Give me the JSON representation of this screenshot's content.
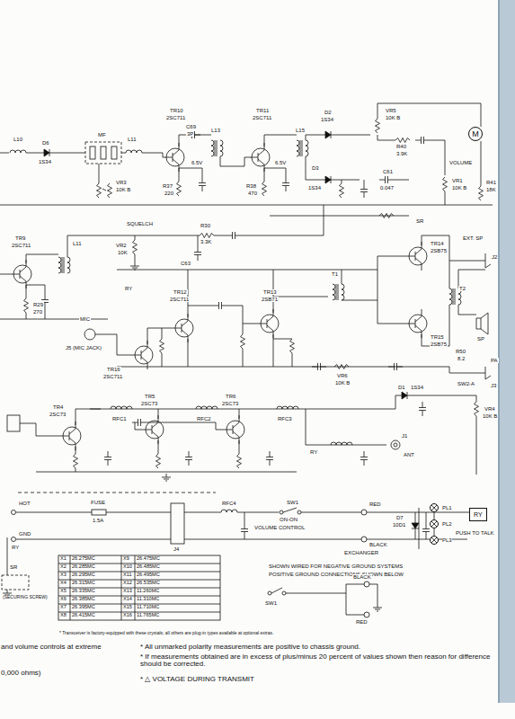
{
  "diagram": {
    "nodes": [
      {
        "text": [
          "M"
        ]
      },
      {
        "text": [
          "PL1"
        ]
      },
      {
        "text": [
          "PL2"
        ]
      },
      {
        "text": [
          "PL3"
        ]
      },
      {
        "text": [
          "RY"
        ]
      }
    ],
    "edges": [
      {
        "from": 1,
        "to": 2,
        "arrow": "none"
      },
      {
        "from": 2,
        "to": 3,
        "arrow": "none"
      }
    ],
    "labels": [
      "L10",
      "D6",
      "1S34",
      "MF",
      "L11",
      "VR3",
      "10K B",
      "TR10",
      "2SC711",
      "C69",
      "3P",
      "6.5V",
      "R37",
      "220",
      "L13",
      "TR11",
      "2SC711",
      "6.5V",
      "R38",
      "470",
      "L15",
      "D2",
      "1S34",
      "D3",
      "1S34",
      "VR5",
      "10K B",
      "R40",
      "3.9K",
      "C61",
      "0.047",
      "VOLUME",
      "VR1",
      "10K B",
      "R41",
      "18K",
      "SR",
      "SQUELCH",
      "VR2",
      "10K",
      "R30",
      "3.3K",
      "C63",
      "TR9",
      "2SC711",
      "L11",
      "R29",
      "270",
      "RY",
      "MIC",
      "J5 (MIC JACK)",
      "TR16",
      "2SC711",
      "TR12",
      "2SC711",
      "TR13",
      "2SB71",
      "T1",
      "TR14",
      "2SB75",
      "TR15",
      "2SB75",
      "T2",
      "EXT. SP",
      "J2",
      "SP",
      "R50",
      "8.2",
      "PA",
      "J3",
      "SW2-A",
      "VR6",
      "10K B",
      "TR4",
      "2SC73",
      "TR5",
      "2SC73",
      "TR6",
      "2SC73",
      "RFC1",
      "RFC2",
      "RFC3",
      "RY",
      "ANT",
      "J1",
      "D1",
      "1S34",
      "VR4",
      "10K B",
      "HOT",
      "GND",
      "FUSE",
      "1.5A",
      "J4",
      "RFC4",
      "SW1",
      "ON-ON",
      "VOLUME CONTROL",
      "RED",
      "BLACK",
      "EXCHANGER",
      "D7",
      "10D1",
      "PUSH TO TALK",
      "SR",
      "RY",
      "(SECURING SCREW)",
      "SHOWN WIRED FOR NEGATIVE GROUND SYSTEMS",
      "POSITIVE GROUND CONNECTIONS SHOWN BELOW",
      "SW1",
      "BLACK",
      "RED",
      "* Transceiver is factory-equipped with these crystals; all others are plug-in types available at optional extras.",
      "and volume controls at extreme",
      "0,000 ohms)",
      "* All unmarked polarity measurements are positive to chassis ground.",
      "* If measurements obtained are in excess of plus/minus 20 percent of values shown then reason for difference should be corrected.",
      "* △ VOLTAGE DURING TRANSMIT",
      "X1",
      "26.275MC",
      "X9",
      "26.475MC",
      "X2",
      "26.285MC",
      "X10",
      "26.485MC",
      "X3",
      "26.295MC",
      "X11",
      "26.495MC",
      "X4",
      "26.315MC",
      "X12",
      "26.535MC",
      "X5",
      "26.335MC",
      "X13",
      "11.260MC",
      "X6",
      "26.385MC",
      "X14",
      "11.310MC",
      "X7",
      "26.395MC",
      "X15",
      "11.710MC",
      "X8",
      "26.415MC",
      "X16",
      "11.765MC"
    ]
  }
}
